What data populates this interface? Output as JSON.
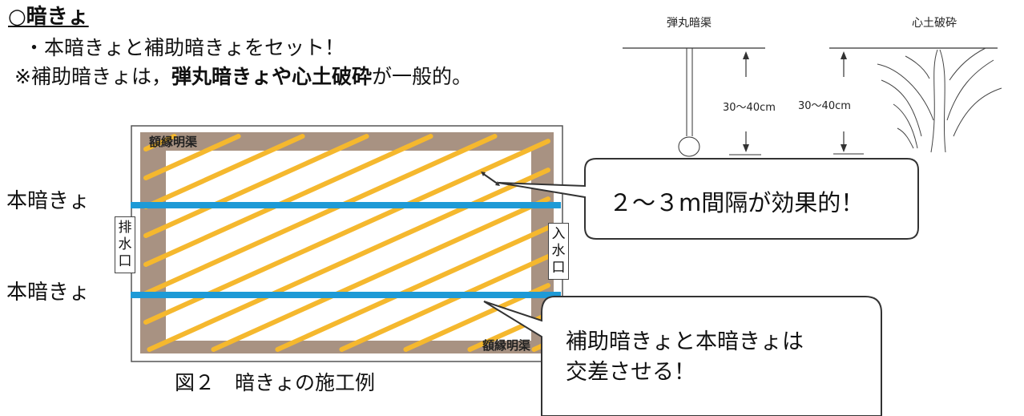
{
  "heading": {
    "title": "○暗きょ",
    "line1": "・本暗きょと補助暗きょをセット！",
    "line2_prefix": "※補助暗きょは，",
    "line2_bold1": "弾丸暗きょや心土破砕",
    "line2_suffix": "が一般的。"
  },
  "figure": {
    "main_drain_label_1": "本暗きょ",
    "main_drain_label_2": "本暗きょ",
    "outlet_label": "排水口",
    "inlet_label": "入水口",
    "perimeter_ditch_top": "額縁明渠",
    "perimeter_ditch_bottom": "額縁明渠",
    "caption": "図２　暗きょの施工例"
  },
  "sketch": {
    "title_left": "弾丸暗渠",
    "title_right": "心土破砕",
    "depth_left": "30〜40cm",
    "depth_right": "30〜40cm"
  },
  "callouts": {
    "spacing": "２〜３m間隔が効果的！",
    "cross_line1": "補助暗きょと本暗きょは",
    "cross_line2": "交差させる！"
  },
  "colors": {
    "perimeter_ditch": "#a89282",
    "sub_drain": "#f5b82e",
    "main_drain": "#1e9ad6"
  }
}
